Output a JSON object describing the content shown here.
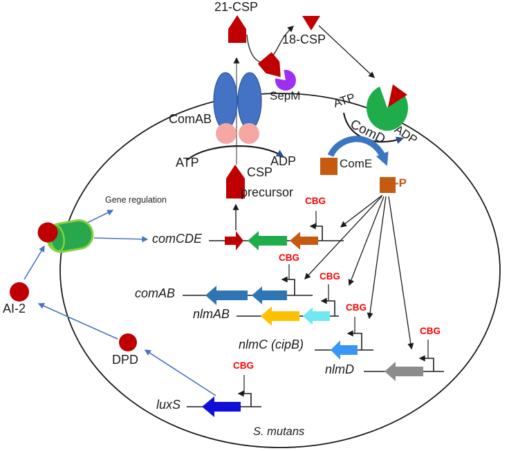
{
  "colors": {
    "red": "#C00000",
    "green": "#1FAC4B",
    "membrane_blue": "#4472C4",
    "membrane_blue_dark": "#2F5597",
    "pink": "#F4A7A3",
    "purple": "#9B2FF2",
    "orange": "#C55A11",
    "com_blue": "#2E75B6",
    "yellow": "#FFC000",
    "cyan": "#6FE8F2",
    "nlmc_blue": "#3A96F5",
    "gray": "#8C8C8C",
    "luxs_blue": "#0F0FD9",
    "cbg_red": "#FF0000",
    "link_blue": "#4472C4",
    "relay_blue": "#3B76C0",
    "navy": "#2F4E8C",
    "ink": "#1A1A1A",
    "cyl_green": "#28A74C",
    "cyl_rim": "#86D23F"
  },
  "organism": "S. mutans",
  "extracellular": {
    "csp21": "21-CSP",
    "csp18": "18-CSP",
    "sepm": "SepM"
  },
  "transport": {
    "transporter": "ComAB",
    "atp": "ATP",
    "adp": "ADP",
    "cargo_line1": "CSP",
    "cargo_line2": "precursor"
  },
  "signaling": {
    "receptor": "ComD",
    "atp": "ATP",
    "adp": "ADP",
    "regulator": "ComE",
    "phospho": "-P",
    "gene_regulation": "Gene regulation",
    "ai2": "AI-2",
    "dpd": "DPD"
  },
  "cbg": "CBG",
  "genes": [
    {
      "name": "comCDE"
    },
    {
      "name": "comAB"
    },
    {
      "name": "nlmAB"
    },
    {
      "name": "nlmC (cipB)"
    },
    {
      "name": "nlmD"
    },
    {
      "name": "luxS"
    }
  ]
}
